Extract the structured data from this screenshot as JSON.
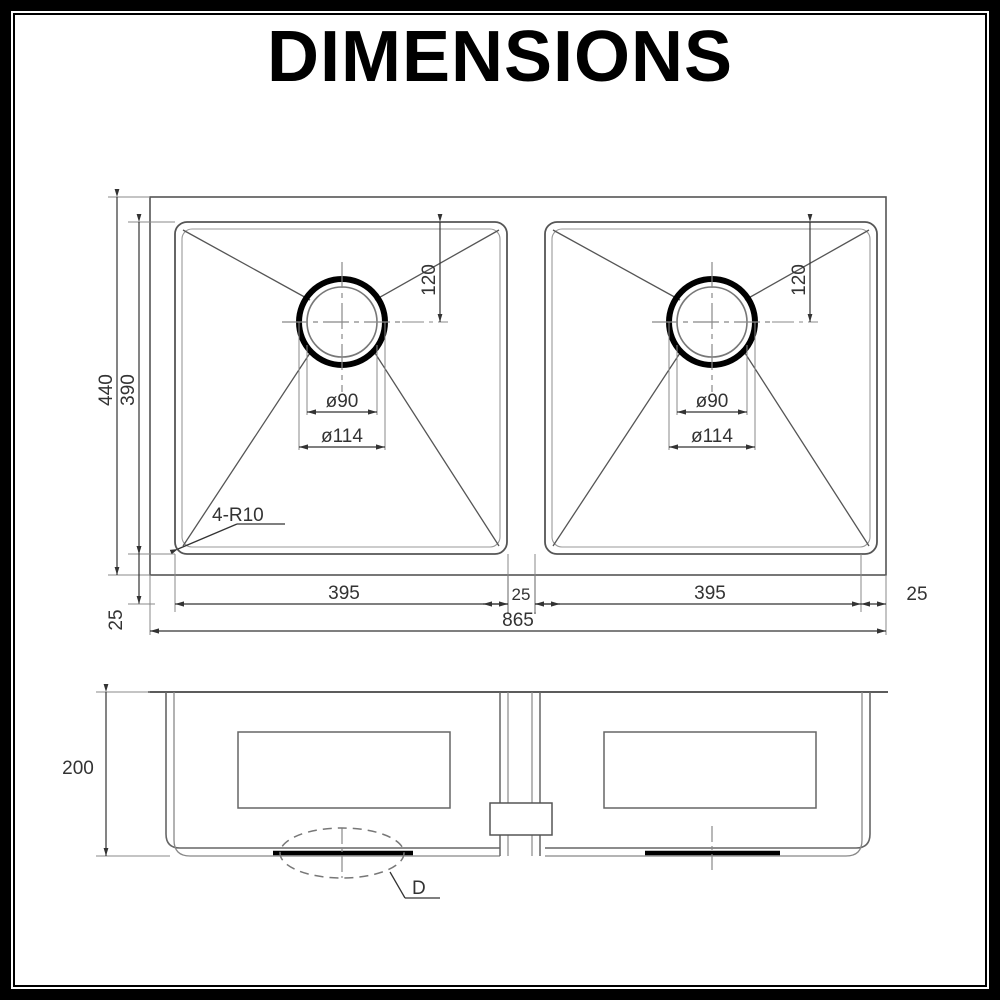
{
  "page": {
    "title": "DIMENSIONS",
    "background_color": "#ffffff",
    "border_color": "#000000",
    "line_color": "#555555",
    "text_color": "#333333"
  },
  "drawing": {
    "type": "technical-dimension-drawing",
    "subject": "double-bowl-undermount-sink",
    "units": "mm",
    "views": [
      {
        "name": "plan-view",
        "label": "top"
      },
      {
        "name": "elevation-view",
        "label": "front"
      }
    ]
  },
  "plan_view": {
    "dimensions": {
      "overall_width": "865",
      "overall_height": "440",
      "bowl_inner_height": "390",
      "left_bowl_width": "395",
      "right_bowl_width": "395",
      "center_divider": "25",
      "left_rim": "25",
      "right_rim": "25",
      "bottom_rim": "25"
    },
    "drain_left": {
      "outer_diameter": "ø114",
      "inner_diameter": "ø90",
      "offset_from_top": "120"
    },
    "drain_right": {
      "outer_diameter": "ø114",
      "inner_diameter": "ø90",
      "offset_from_top": "120"
    },
    "corner_radius_note": "4-R10"
  },
  "elevation_view": {
    "dimensions": {
      "depth": "200"
    },
    "detail_callout": "D"
  }
}
